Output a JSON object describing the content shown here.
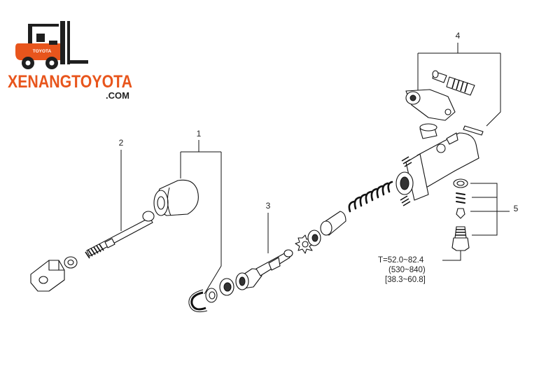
{
  "brand": {
    "name": "XENANGTOYOTA",
    "domain": ".COM",
    "badge": "TOYOTA",
    "colors": {
      "orange": "#e8551c",
      "dark": "#1f1f1f"
    }
  },
  "callouts": [
    "1",
    "2",
    "3",
    "4",
    "5"
  ],
  "torque": {
    "line1": "T=52.0~82.4",
    "line2": "(530~840)",
    "line3": "[38.3~60.8]"
  }
}
